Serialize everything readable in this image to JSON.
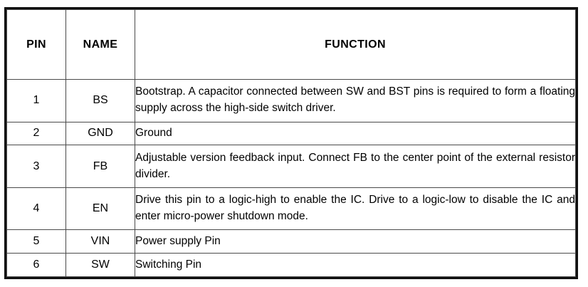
{
  "table": {
    "columns": [
      {
        "key": "pin",
        "label": "PIN"
      },
      {
        "key": "name",
        "label": "NAME"
      },
      {
        "key": "func",
        "label": "FUNCTION"
      }
    ],
    "rows": [
      {
        "pin": "1",
        "name": "BS",
        "func": "Bootstrap. A capacitor connected between SW and BST pins is required to form a floating supply across the high-side switch driver.",
        "lines": 2
      },
      {
        "pin": "2",
        "name": "GND",
        "func": "Ground",
        "lines": 1
      },
      {
        "pin": "3",
        "name": "FB",
        "func": "Adjustable version feedback input. Connect FB to the center point of the external resistor divider.",
        "lines": 2
      },
      {
        "pin": "4",
        "name": "EN",
        "func": "Drive this pin to a logic-high to enable the IC. Drive to a logic-low to disable the IC and enter micro-power shutdown mode.",
        "lines": 2
      },
      {
        "pin": "5",
        "name": "VIN",
        "func": "Power supply Pin",
        "lines": 1
      },
      {
        "pin": "6",
        "name": "SW",
        "func": "Switching Pin",
        "lines": 1
      }
    ]
  },
  "colors": {
    "page_background": "#ffffff",
    "outer_border": "#111111",
    "inner_border": "#4a4a4a",
    "text": "#000000"
  }
}
